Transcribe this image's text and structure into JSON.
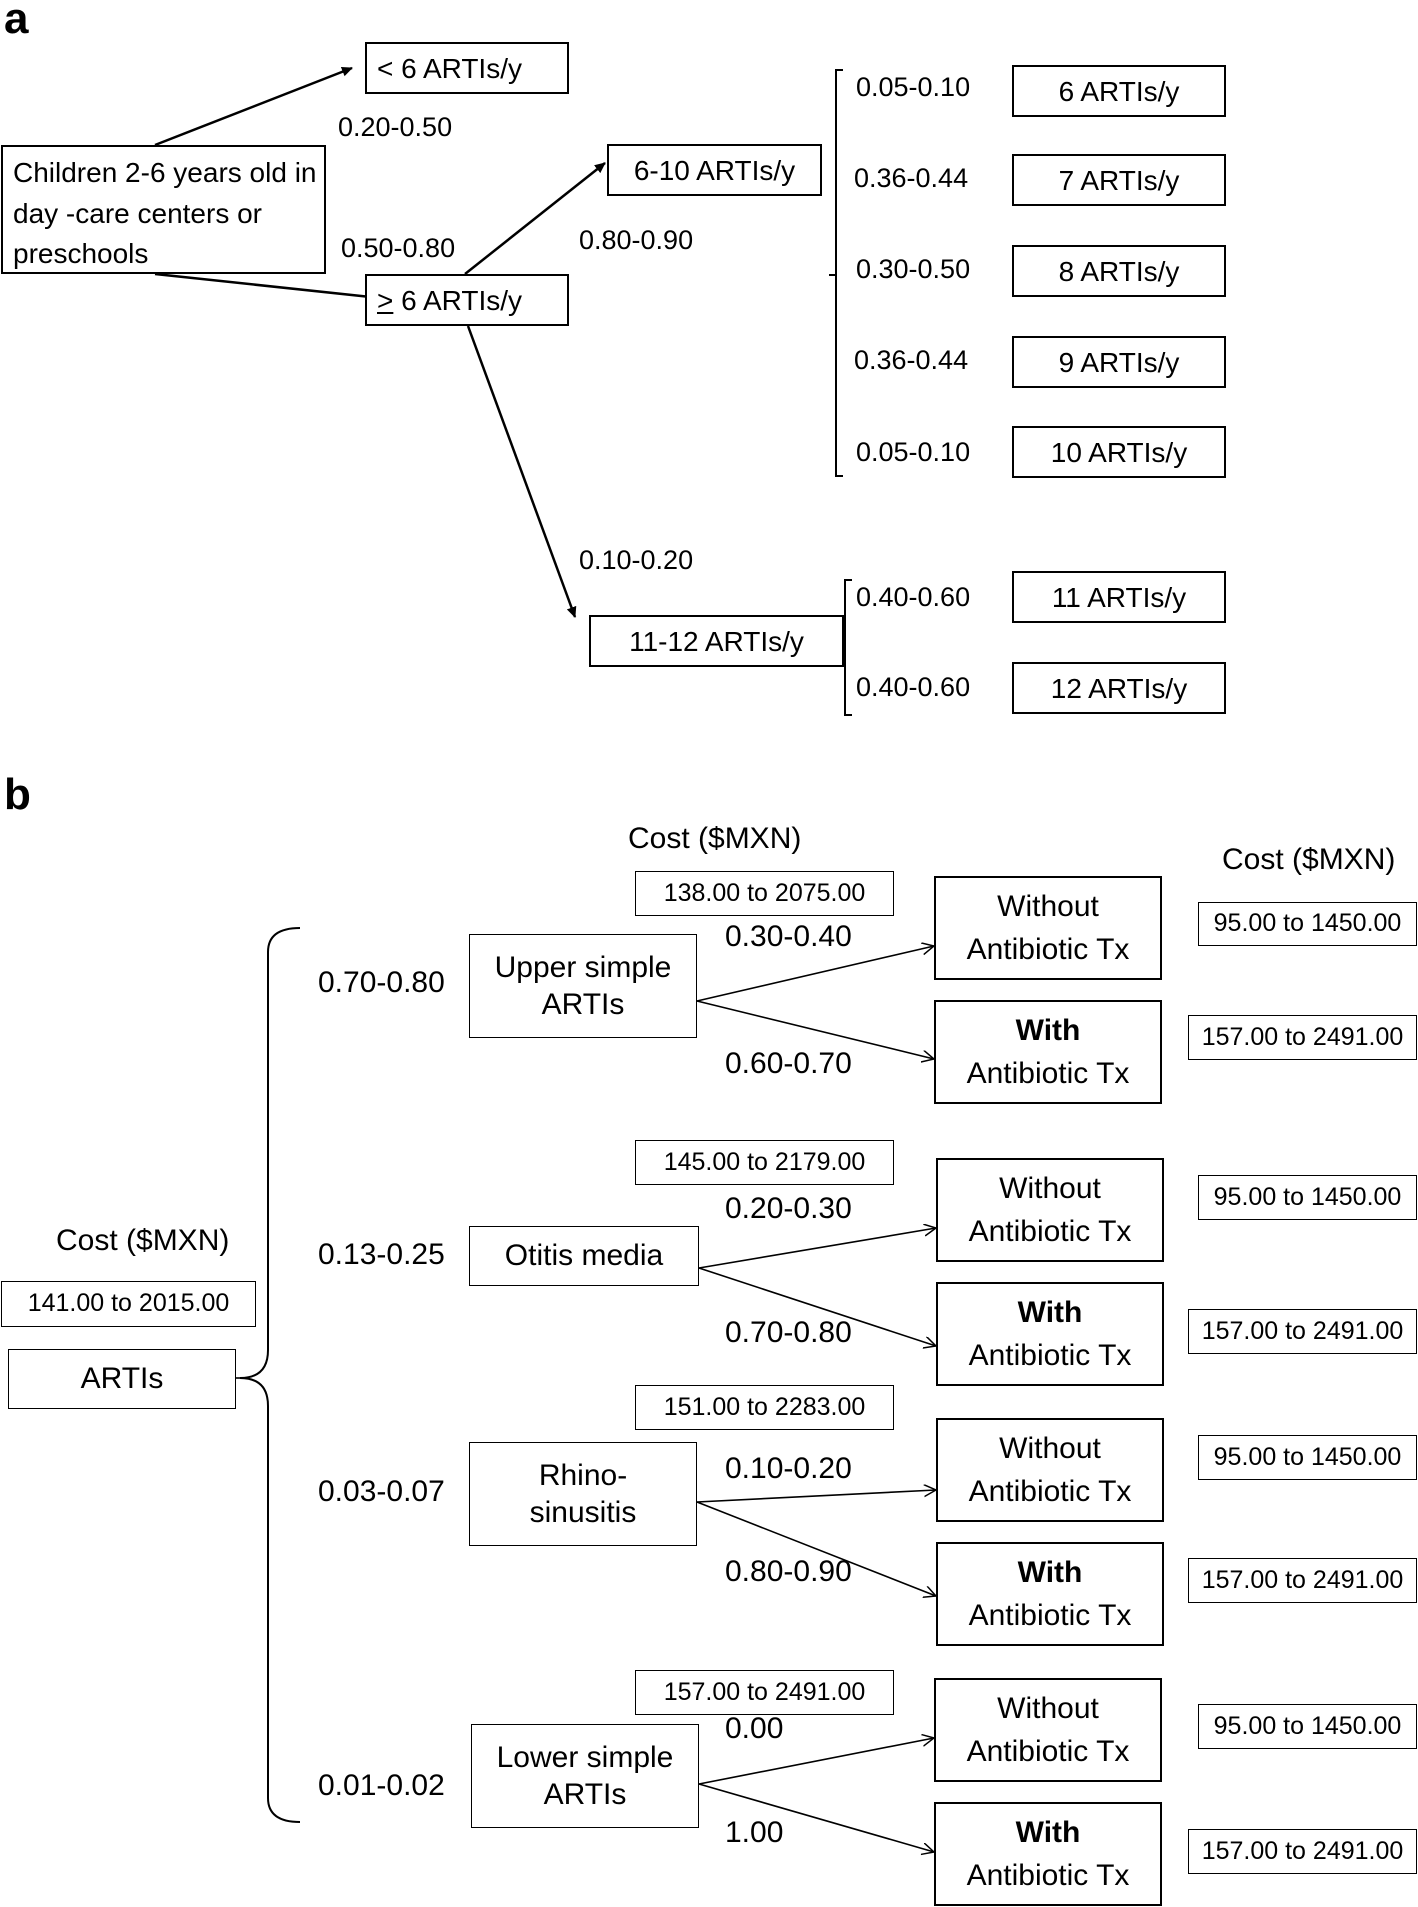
{
  "panels": {
    "a": "a",
    "b": "b"
  },
  "panel_a": {
    "root": "Children 2-6 years old in day -care   centers or preschools",
    "lt6": {
      "label": "< 6 ARTIs/y",
      "prob": "0.20-0.50"
    },
    "ge6": {
      "symbol": ">",
      "rest": " 6 ARTIs/y",
      "prob": "0.50-0.80"
    },
    "g6_10": {
      "label": "6-10 ARTIs/y",
      "prob": "0.80-0.90"
    },
    "g11_12": {
      "label": "11-12 ARTIs/y",
      "prob": "0.10-0.20"
    },
    "branches_6_10": [
      {
        "prob": "0.05-0.10",
        "label": "6 ARTIs/y"
      },
      {
        "prob": "0.36-0.44",
        "label": "7 ARTIs/y"
      },
      {
        "prob": "0.30-0.50",
        "label": "8 ARTIs/y"
      },
      {
        "prob": "0.36-0.44",
        "label": "9 ARTIs/y"
      },
      {
        "prob": "0.05-0.10",
        "label": "10 ARTIs/y"
      }
    ],
    "branches_11_12": [
      {
        "prob": "0.40-0.60",
        "label": "11 ARTIs/y"
      },
      {
        "prob": "0.40-0.60",
        "label": "12 ARTIs/y"
      }
    ]
  },
  "panel_b": {
    "cost_header": "Cost ($MXN)",
    "root": {
      "label": "ARTIs",
      "cost": "141.00 to 2015.00"
    },
    "outcome_without": {
      "line1": "Without",
      "line2": "Antibiotic Tx"
    },
    "outcome_with": {
      "line1": "With",
      "line2": "Antibiotic Tx"
    },
    "groups": [
      {
        "prob": "0.70-0.80",
        "label": "Upper simple ARTIs",
        "cost": "138.00 to 2075.00",
        "p_without": "0.30-0.40",
        "p_with": "0.60-0.70",
        "cost_without": "95.00 to 1450.00",
        "cost_with": "157.00 to 2491.00"
      },
      {
        "prob": "0.13-0.25",
        "label": "Otitis media",
        "cost": "145.00 to 2179.00",
        "p_without": "0.20-0.30",
        "p_with": "0.70-0.80",
        "cost_without": "95.00 to 1450.00",
        "cost_with": "157.00 to 2491.00"
      },
      {
        "prob": "0.03-0.07",
        "label": "Rhino- sinusitis",
        "cost": "151.00 to 2283.00",
        "p_without": "0.10-0.20",
        "p_with": "0.80-0.90",
        "cost_without": "95.00 to 1450.00",
        "cost_with": "157.00 to 2491.00"
      },
      {
        "prob": "0.01-0.02",
        "label": "Lower simple ARTIs",
        "cost": "157.00 to 2491.00",
        "p_without": "0.00",
        "p_with": "1.00",
        "cost_without": "95.00 to 1450.00",
        "cost_with": "157.00 to 2491.00"
      }
    ]
  }
}
